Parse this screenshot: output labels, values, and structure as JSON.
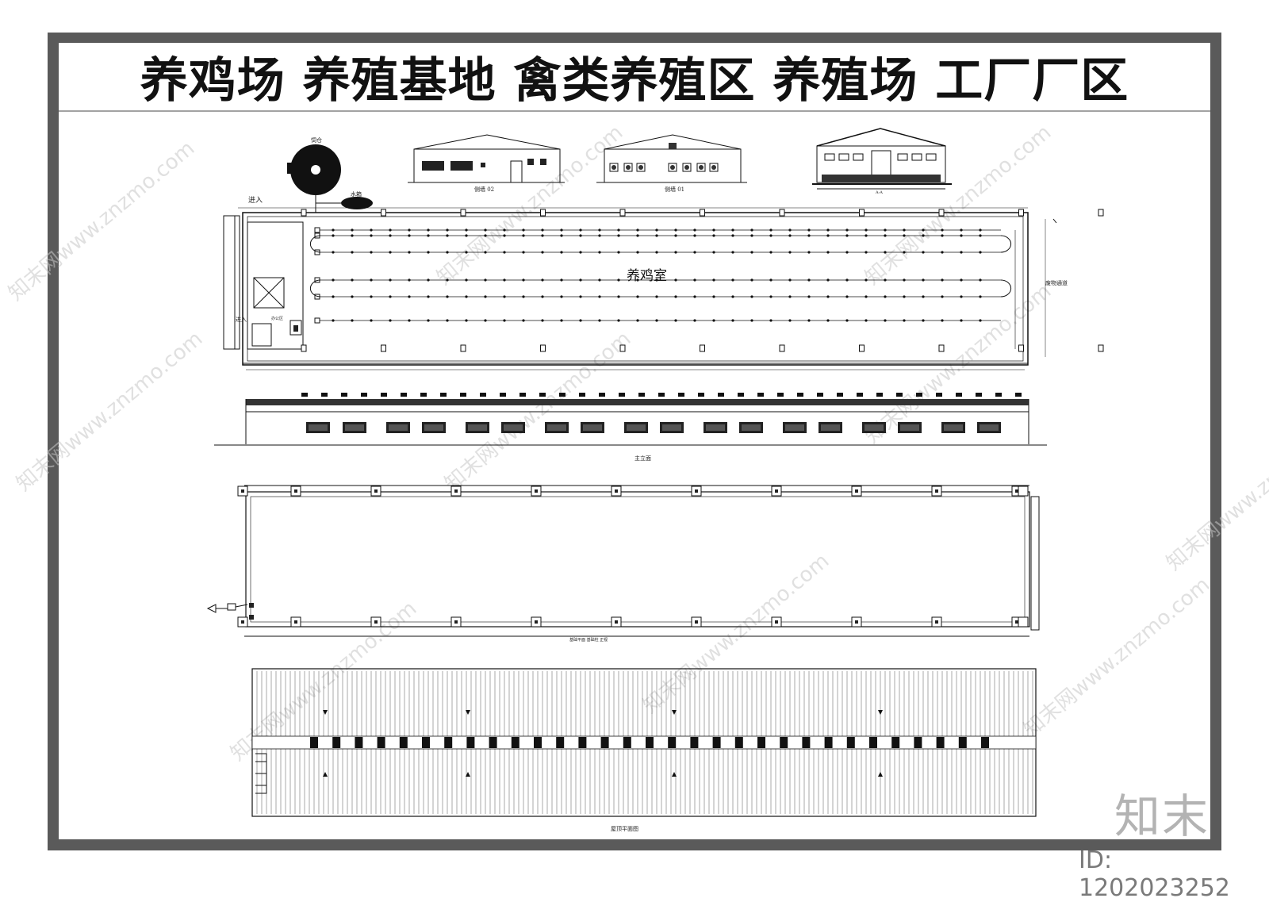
{
  "title": "养鸡场  养殖基地  禽类养殖区  养殖场  工厂厂区",
  "labels": {
    "silo": "饲仓",
    "water_tank": "水箱",
    "entry_top": "进入",
    "entry_side": "进入",
    "room": "养鸡室",
    "office": "办公区",
    "waste_channel": "废物通道",
    "elev_02": "侧墙 02",
    "elev_01": "侧墙 01",
    "section": "A-A",
    "main_elevation": "主立面",
    "foundation_plan": "基础平面 基础柱 正视",
    "roof_plan": "屋顶平面图"
  },
  "watermark": {
    "logo": "知末",
    "id": "ID: 1202023252",
    "repeat_text": "知末网www.znzmo.com"
  },
  "colors": {
    "frame": "#5a5a5a",
    "line": "#1a1a1a",
    "watermark": "#bdbdbd"
  }
}
